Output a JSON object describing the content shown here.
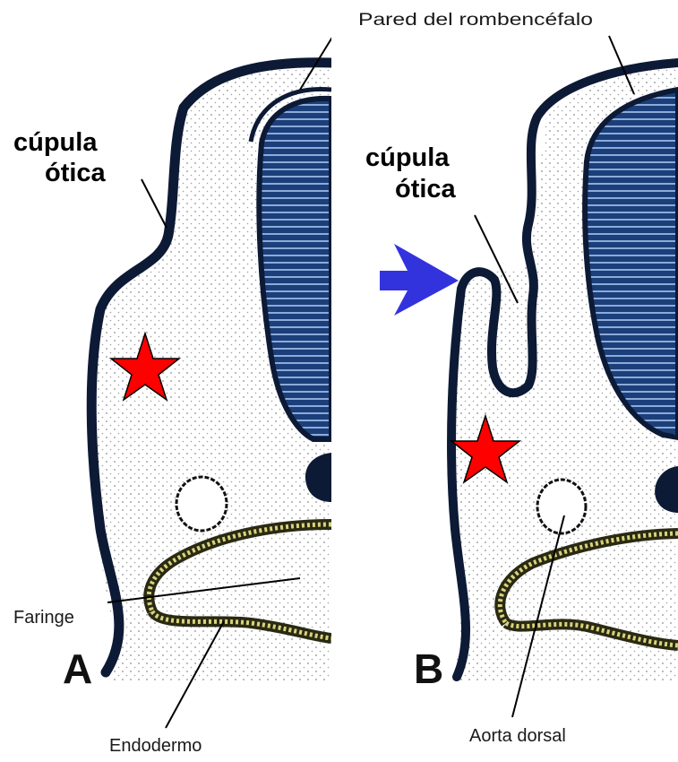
{
  "panels": [
    {
      "letter": "A",
      "cup_label_line1": "cúpula",
      "cup_label_line2": "ótica"
    },
    {
      "letter": "B",
      "cup_label_line1": "cúpula",
      "cup_label_line2": "ótica"
    }
  ],
  "labels": {
    "rhombencephalon_wall": "Pared del rombencéfalo",
    "pharynx": "Faringe",
    "endoderm": "Endodermo",
    "dorsal_aorta": "Aorta dorsal"
  },
  "markers": {
    "star_color": "#ff0000",
    "arrow_color": "#3333dd"
  },
  "colors": {
    "ectoderm": "#0d1a35",
    "neural_tube_fill": "#1b3f7a",
    "neural_tube_stripe": "#8eaad8",
    "endoderm": "#2a2a14",
    "endoderm_fill": "#d8d37a",
    "mesenchyme_dot": "#8c8c8c"
  }
}
